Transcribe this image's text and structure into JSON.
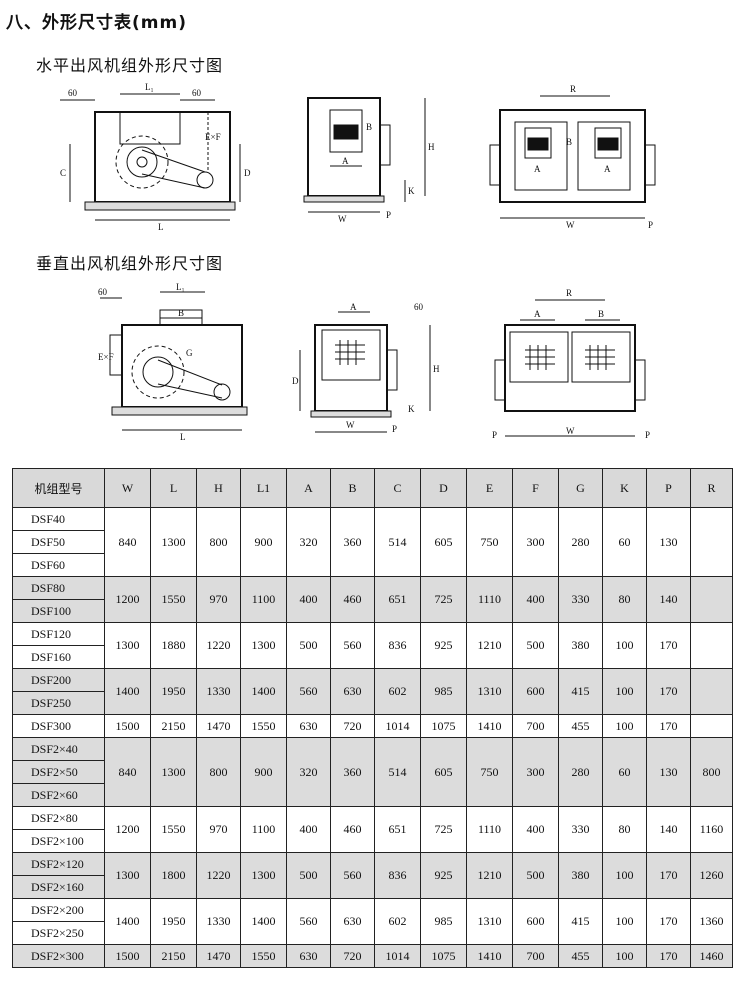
{
  "heading": "八、外形尺寸表(mm)",
  "section1_title": "水平出风机组外形尺寸图",
  "section2_title": "垂直出风机组外形尺寸图",
  "drawing_labels": {
    "d1": {
      "left60": "60",
      "right60": "60",
      "L1": "L₁",
      "ExF": "E×F",
      "C": "C",
      "D": "D",
      "L": "L"
    },
    "d2": {
      "B": "B",
      "A": "A",
      "H": "H",
      "K": "K",
      "W": "W",
      "P": "P"
    },
    "d3": {
      "R": "R",
      "B": "B",
      "A1": "A",
      "A2": "A",
      "W": "W",
      "P": "P"
    },
    "d4": {
      "left60": "60",
      "L1": "L₁",
      "B": "B",
      "ExF": "E×F",
      "G": "G",
      "L": "L"
    },
    "d5": {
      "A": "A",
      "top60": "60",
      "D": "D",
      "H": "H",
      "K": "K",
      "W": "W",
      "P": "P"
    },
    "d6": {
      "R": "R",
      "A": "A",
      "B": "B",
      "W": "W",
      "PL": "P",
      "PR": "P"
    }
  },
  "table": {
    "headers": [
      "机组型号",
      "W",
      "L",
      "H",
      "L1",
      "A",
      "B",
      "C",
      "D",
      "E",
      "F",
      "G",
      "K",
      "P",
      "R"
    ],
    "groups": [
      {
        "models": [
          "DSF40",
          "DSF50",
          "DSF60"
        ],
        "values": [
          "840",
          "1300",
          "800",
          "900",
          "320",
          "360",
          "514",
          "605",
          "750",
          "300",
          "280",
          "60",
          "130",
          ""
        ],
        "shade": false
      },
      {
        "models": [
          "DSF80",
          "DSF100"
        ],
        "values": [
          "1200",
          "1550",
          "970",
          "1100",
          "400",
          "460",
          "651",
          "725",
          "1110",
          "400",
          "330",
          "80",
          "140",
          ""
        ],
        "shade": true
      },
      {
        "models": [
          "DSF120",
          "DSF160"
        ],
        "values": [
          "1300",
          "1880",
          "1220",
          "1300",
          "500",
          "560",
          "836",
          "925",
          "1210",
          "500",
          "380",
          "100",
          "170",
          ""
        ],
        "shade": false
      },
      {
        "models": [
          "DSF200",
          "DSF250"
        ],
        "values": [
          "1400",
          "1950",
          "1330",
          "1400",
          "560",
          "630",
          "602",
          "985",
          "1310",
          "600",
          "415",
          "100",
          "170",
          ""
        ],
        "shade": true
      },
      {
        "models": [
          "DSF300"
        ],
        "values": [
          "1500",
          "2150",
          "1470",
          "1550",
          "630",
          "720",
          "1014",
          "1075",
          "1410",
          "700",
          "455",
          "100",
          "170",
          ""
        ],
        "shade": false
      },
      {
        "models": [
          "DSF2×40",
          "DSF2×50",
          "DSF2×60"
        ],
        "values": [
          "840",
          "1300",
          "800",
          "900",
          "320",
          "360",
          "514",
          "605",
          "750",
          "300",
          "280",
          "60",
          "130",
          "800"
        ],
        "shade": true
      },
      {
        "models": [
          "DSF2×80",
          "DSF2×100"
        ],
        "values": [
          "1200",
          "1550",
          "970",
          "1100",
          "400",
          "460",
          "651",
          "725",
          "1110",
          "400",
          "330",
          "80",
          "140",
          "1160"
        ],
        "shade": false
      },
      {
        "models": [
          "DSF2×120",
          "DSF2×160"
        ],
        "values": [
          "1300",
          "1800",
          "1220",
          "1300",
          "500",
          "560",
          "836",
          "925",
          "1210",
          "500",
          "380",
          "100",
          "170",
          "1260"
        ],
        "shade": true
      },
      {
        "models": [
          "DSF2×200",
          "DSF2×250"
        ],
        "values": [
          "1400",
          "1950",
          "1330",
          "1400",
          "560",
          "630",
          "602",
          "985",
          "1310",
          "600",
          "415",
          "100",
          "170",
          "1360"
        ],
        "shade": false
      },
      {
        "models": [
          "DSF2×300"
        ],
        "values": [
          "1500",
          "2150",
          "1470",
          "1550",
          "630",
          "720",
          "1014",
          "1075",
          "1410",
          "700",
          "455",
          "100",
          "170",
          "1460"
        ],
        "shade": true
      }
    ]
  }
}
